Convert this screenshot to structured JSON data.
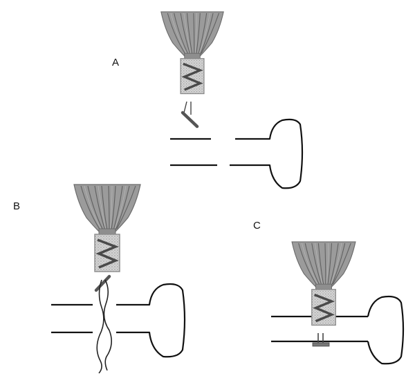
{
  "panels": [
    {
      "id": "A",
      "label": "A"
    },
    {
      "id": "B",
      "label": "B"
    },
    {
      "id": "C",
      "label": "C"
    }
  ],
  "colors": {
    "device_fill": "#9a9a9a",
    "device_stroke": "#6f6f6f",
    "device_pleat": "#5e5e5e",
    "mesh_fill": "#cfcfcf",
    "coil": "#4a4a4a",
    "tissue_outline": "#111111",
    "background": "#ffffff"
  },
  "icons": {
    "device": "pleated-cone-occluder-icon",
    "coil": "helical-screw-icon",
    "vessel": "blind-ended-pouch-outline"
  }
}
